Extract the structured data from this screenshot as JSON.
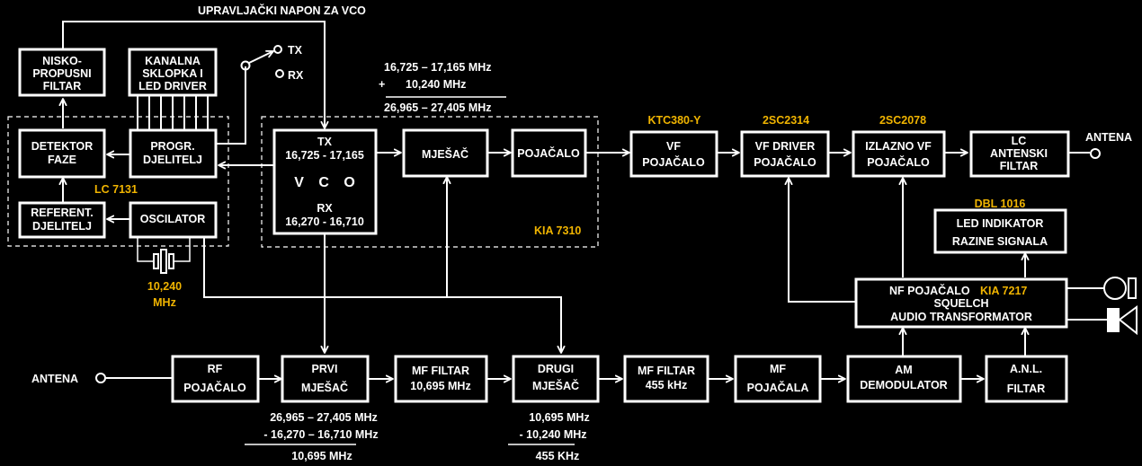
{
  "title": "UPRAVLJAČKI NAPON ZA VCO",
  "colors": {
    "background": "#000000",
    "line": "#ffffff",
    "accent": "#f0b400"
  },
  "switch": {
    "tx": "TX",
    "rx": "RX"
  },
  "chips": {
    "pll": "LC 7131",
    "mixer_ic": "KIA 7310",
    "vf_amp": "KTC380-Y",
    "driver": "2SC2314",
    "output": "2SC2078",
    "led": "DBL 1016",
    "nf": "KIA 7217"
  },
  "crystal": {
    "line1": "10,240",
    "line2": "MHz"
  },
  "blocks": {
    "lowpass": [
      "NISKO-",
      "PROPUSNI",
      "FILTAR"
    ],
    "channel": [
      "KANALNA",
      "SKLOPKA I",
      "LED DRIVER"
    ],
    "phase_det": [
      "DETEKTOR",
      "FAZE"
    ],
    "prog_div": [
      "PROGR.",
      "DJELITELJ"
    ],
    "ref_div": [
      "REFERENT.",
      "DJELITELJ"
    ],
    "oscillator": [
      "OSCILATOR"
    ],
    "vco": {
      "tx": "TX",
      "tx_range": "16,725 - 17,165",
      "name": "V C O",
      "rx": "RX",
      "rx_range": "16,270 - 16,710"
    },
    "mixer": [
      "MJEŠAČ"
    ],
    "amp": [
      "POJAČALO"
    ],
    "vf": [
      "VF",
      "POJAČALO"
    ],
    "driver": [
      "VF  DRIVER",
      "POJAČALO"
    ],
    "out": [
      "IZLAZNO VF",
      "POJAČALO"
    ],
    "lc": [
      "LC",
      "ANTENSKI",
      "FILTAR"
    ],
    "led": [
      "LED INDIKATOR",
      "RAZINE SIGNALA"
    ],
    "nf": {
      "line1": "NF POJAČALO",
      "line2": "SQUELCH",
      "line3": "AUDIO TRANSFORMATOR"
    },
    "rf": [
      "RF",
      "POJAČALO"
    ],
    "first_mix": [
      "PRVI",
      "MJEŠAČ"
    ],
    "mf1": [
      "MF FILTAR",
      "10,695 MHz"
    ],
    "second_mix": [
      "DRUGI",
      "MJEŠAČ"
    ],
    "mf2": [
      "MF FILTAR",
      "455 kHz"
    ],
    "mf_amp": [
      "MF",
      "POJAČALA"
    ],
    "am": [
      "AM",
      "DEMODULATOR"
    ],
    "anl": [
      "A.N.L.",
      "FILTAR"
    ]
  },
  "antenna_tx": "ANTENA",
  "antenna_rx": "ANTENA",
  "calc_tx": {
    "a": "16,725 – 17,165 MHz",
    "op": "+",
    "b": "10,240 MHz",
    "result": "26,965 – 27,405 MHz"
  },
  "calc_first": {
    "a": "26,965 – 27,405 MHz",
    "b": "- 16,270 – 16,710 MHz",
    "result": "10,695 MHz"
  },
  "calc_second": {
    "a": "10,695 MHz",
    "b": "-  10,240 MHz",
    "result": "455 KHz"
  }
}
